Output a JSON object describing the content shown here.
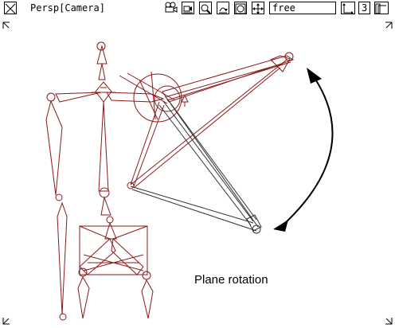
{
  "toolbar": {
    "view_label": "Persp[Camera]",
    "mode_value": "free",
    "layout_number": "3",
    "icons": [
      "close-view-icon",
      "camera-dolly-icon",
      "camera-track-icon",
      "zoom-icon",
      "rotate-view-icon",
      "frame-all-icon",
      "pan-icon",
      "layout-icon",
      "maximize-icon"
    ]
  },
  "scene": {
    "caption": "Plane rotation",
    "rig_color": "#8b1a1a",
    "chain_color": "#333333",
    "arrow_color": "#000000"
  }
}
